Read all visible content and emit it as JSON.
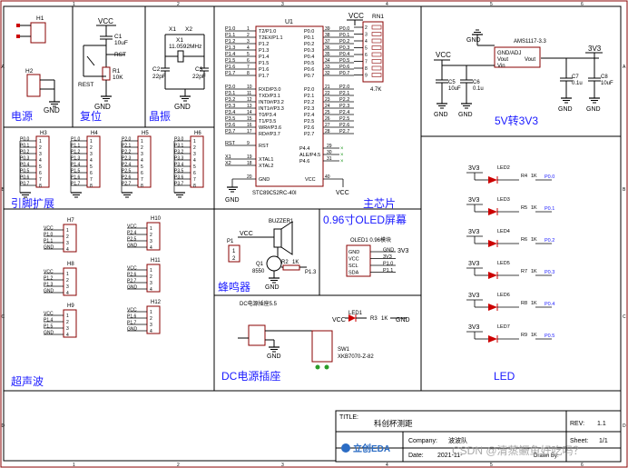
{
  "sections": {
    "power": "电源",
    "reset": "复位",
    "crystal": "晶振",
    "mcu": "主芯片",
    "reg": "5V转3V3",
    "pins": "引脚扩展",
    "buzzer": "蜂鸣器",
    "oled": "0.96寸OLED屏幕",
    "ultra": "超声波",
    "dc": "DC电源插座",
    "led": "LED"
  },
  "border": {
    "cols": [
      "1",
      "2",
      "3",
      "4",
      "5",
      "6"
    ],
    "rows": [
      "A",
      "B",
      "C",
      "D"
    ]
  },
  "common": {
    "vcc": "VCC",
    "gnd": "GND",
    "v33": "3V3"
  },
  "power_block": {
    "h1": "H1",
    "h2": "H2"
  },
  "reset_block": {
    "c1": "C1",
    "c1v": "10uF",
    "r1": "R1",
    "r1v": "10K",
    "rst": "RST",
    "btn": "REST"
  },
  "crystal_block": {
    "x1": "X1",
    "x2": "X2",
    "y": "X1",
    "freq": "11.0592MHz",
    "c2": "C2",
    "c2v": "22pF",
    "c3": "C3",
    "c3v": "22pF"
  },
  "mcu": {
    "ref": "U1",
    "part": "STC89C52RC-40I",
    "left_pins": [
      {
        "net": "P1.0",
        "name": "T2/P1.0",
        "num": "1"
      },
      {
        "net": "P1.1",
        "name": "T2EX/P1.1",
        "num": "2"
      },
      {
        "net": "P1.2",
        "name": "P1.2",
        "num": "3"
      },
      {
        "net": "P1.3",
        "name": "P1.3",
        "num": "4"
      },
      {
        "net": "P1.4",
        "name": "P1.4",
        "num": "5"
      },
      {
        "net": "P1.5",
        "name": "P1.5",
        "num": "6"
      },
      {
        "net": "P1.6",
        "name": "P1.6",
        "num": "7"
      },
      {
        "net": "P1.7",
        "name": "P1.7",
        "num": "8"
      },
      {
        "net": "P3.0",
        "name": "RXD/P3.0",
        "num": "10"
      },
      {
        "net": "P3.1",
        "name": "TXD/P3.1",
        "num": "11"
      },
      {
        "net": "P3.2",
        "name": "INT0#/P3.2",
        "num": "12"
      },
      {
        "net": "P3.3",
        "name": "INT1#/P3.3",
        "num": "13"
      },
      {
        "net": "P3.4",
        "name": "T0/P3.4",
        "num": "14"
      },
      {
        "net": "P3.5",
        "name": "T1/P3.5",
        "num": "15"
      },
      {
        "net": "P3.6",
        "name": "WR#/P3.6",
        "num": "16"
      },
      {
        "net": "P3.7",
        "name": "RD#/P3.7",
        "num": "17"
      }
    ],
    "right_pins": [
      {
        "net": "P0.0",
        "name": "P0.0",
        "num": "39"
      },
      {
        "net": "P0.1",
        "name": "P0.1",
        "num": "38"
      },
      {
        "net": "P0.2",
        "name": "P0.2",
        "num": "37"
      },
      {
        "net": "P0.3",
        "name": "P0.3",
        "num": "36"
      },
      {
        "net": "P0.4",
        "name": "P0.4",
        "num": "35"
      },
      {
        "net": "P0.5",
        "name": "P0.5",
        "num": "34"
      },
      {
        "net": "P0.6",
        "name": "P0.6",
        "num": "33"
      },
      {
        "net": "P0.7",
        "name": "P0.7",
        "num": "32"
      },
      {
        "net": "P2.0",
        "name": "P2.0",
        "num": "21"
      },
      {
        "net": "P2.1",
        "name": "P2.1",
        "num": "22"
      },
      {
        "net": "P2.2",
        "name": "P2.2",
        "num": "23"
      },
      {
        "net": "P2.3",
        "name": "P2.3",
        "num": "24"
      },
      {
        "net": "P2.4",
        "name": "P2.4",
        "num": "25"
      },
      {
        "net": "P2.5",
        "name": "P2.5",
        "num": "26"
      },
      {
        "net": "P2.6",
        "name": "P2.6",
        "num": "27"
      },
      {
        "net": "P2.7",
        "name": "P2.7",
        "num": "28"
      }
    ],
    "rst": {
      "net": "RST",
      "name": "RST",
      "num": "9"
    },
    "xtal1": {
      "net": "X1",
      "name": "XTAL1",
      "num": "19"
    },
    "xtal2": {
      "net": "X2",
      "name": "XTAL2",
      "num": "18"
    },
    "gnd": {
      "name": "GND",
      "num": "20"
    },
    "vcc": {
      "name": "VCC",
      "num": "40"
    },
    "p44": {
      "name": "P4.4",
      "num": "29"
    },
    "p45": {
      "name": "ALE/P4.5",
      "num": "30"
    },
    "p46": {
      "name": "P4.6",
      "num": "31"
    }
  },
  "rn1": {
    "ref": "RN1",
    "value": "4.7K",
    "pins": [
      "2",
      "3",
      "4",
      "5",
      "6",
      "7",
      "8",
      "9"
    ]
  },
  "regulator": {
    "ref": "AMS1117-3.3",
    "gnd_pin": "GND/ADJ",
    "vout": "Vout",
    "vin": "Vin",
    "vout2": "Vout",
    "c5": "C5",
    "c5v": "10uF",
    "c6": "C6",
    "c6v": "0.1u",
    "c7": "C7",
    "c7v": "0.1u",
    "c8": "C8",
    "c8v": "10uF"
  },
  "headers": [
    {
      "ref": "H3",
      "nets": [
        "P0.0",
        "P0.1",
        "P0.2",
        "P0.3",
        "P0.4",
        "P0.5",
        "P0.6",
        "P0.7"
      ]
    },
    {
      "ref": "H4",
      "nets": [
        "P1.0",
        "P1.1",
        "P1.2",
        "P1.3",
        "P1.4",
        "P1.5",
        "P1.6",
        "P1.7"
      ]
    },
    {
      "ref": "H5",
      "nets": [
        "P2.0",
        "P2.1",
        "P2.2",
        "P2.3",
        "P2.4",
        "P2.5",
        "P2.6",
        "P2.7"
      ]
    },
    {
      "ref": "H6",
      "nets": [
        "P3.0",
        "P3.1",
        "P3.2",
        "P3.3",
        "P3.4",
        "P3.5",
        "P3.6",
        "P3.7"
      ]
    }
  ],
  "pin_numbers": [
    "1",
    "2",
    "3",
    "4",
    "5",
    "6",
    "7",
    "8"
  ],
  "ultrasonic": [
    {
      "ref": "H7",
      "nets": [
        "VCC",
        "P1.0",
        "P1.1",
        "GND"
      ]
    },
    {
      "ref": "H8",
      "nets": [
        "VCC",
        "P1.2",
        "P1.3",
        "GND"
      ]
    },
    {
      "ref": "H9",
      "nets": [
        "VCC",
        "P1.4",
        "P1.5",
        "GND"
      ]
    },
    {
      "ref": "H10",
      "nets": [
        "VCC",
        "P2.4",
        "P2.5",
        "GND"
      ]
    },
    {
      "ref": "H11",
      "nets": [
        "VCC",
        "P2.6",
        "P2.7",
        "GND"
      ]
    },
    {
      "ref": "H12",
      "nets": [
        "VCC",
        "P1.6",
        "P1.7",
        "GND"
      ]
    }
  ],
  "buzzer_block": {
    "buzzer": "BUZZER1",
    "p1": "P1",
    "q1": "Q1",
    "q1v": "8550",
    "r2": "R2",
    "r2v": "1K",
    "net": "P1.3"
  },
  "oled_block": {
    "ref": "OLED1 0.96模块",
    "pins": [
      "GND",
      "VCC",
      "SCL",
      "SDA"
    ],
    "nets": [
      "GND",
      "3V3",
      "P1.0",
      "P1.1"
    ]
  },
  "dc_block": {
    "title": "DC电源插座5.5",
    "led": "LED1",
    "r3": "R3",
    "r3v": "1K",
    "sw": "SW1",
    "swv": "XKB7070-Z-82"
  },
  "leds": [
    {
      "ref": "LED2",
      "r": "R4",
      "rv": "1K",
      "net": "P0.0"
    },
    {
      "ref": "LED3",
      "r": "R5",
      "rv": "1K",
      "net": "P0.1"
    },
    {
      "ref": "LED4",
      "r": "R6",
      "rv": "1K",
      "net": "P0.2"
    },
    {
      "ref": "LED5",
      "r": "R7",
      "rv": "1K",
      "net": "P0.3"
    },
    {
      "ref": "LED6",
      "r": "R8",
      "rv": "1K",
      "net": "P0.4"
    },
    {
      "ref": "LED7",
      "r": "R9",
      "rv": "1K",
      "net": "P0.5"
    }
  ],
  "title_block": {
    "title_label": "TITLE:",
    "title": "科创杯测距",
    "rev_label": "REV:",
    "rev": "1.1",
    "company_label": "Company:",
    "company": "波波队",
    "sheet_label": "Sheet:",
    "sheet": "1/1",
    "date_label": "Date:",
    "date": "2021-11-",
    "drawn_label": "Drawn By:",
    "logo": "立创EDA",
    "watermark": "CSDN @清蒸鳜鱼好吃吗？"
  }
}
